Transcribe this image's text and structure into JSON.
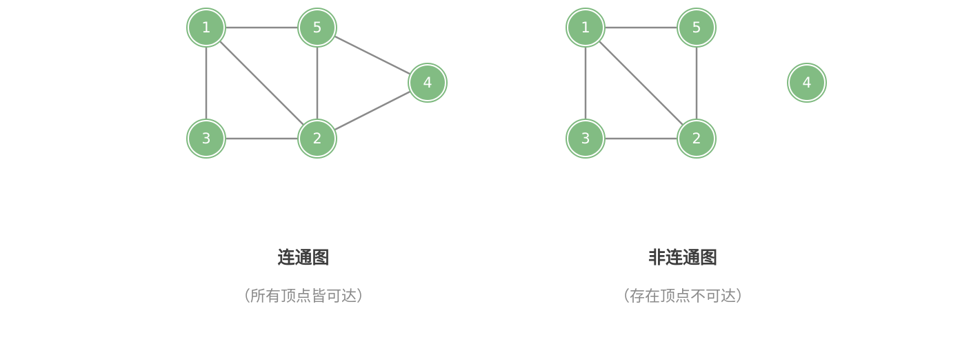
{
  "diagrams": [
    {
      "title": "连通图",
      "subtitle": "（所有顶点皆可达）",
      "nodes": [
        {
          "id": "1",
          "label": "1"
        },
        {
          "id": "5",
          "label": "5"
        },
        {
          "id": "4",
          "label": "4"
        },
        {
          "id": "3",
          "label": "3"
        },
        {
          "id": "2",
          "label": "2"
        }
      ],
      "edges": [
        [
          "1",
          "5"
        ],
        [
          "1",
          "3"
        ],
        [
          "1",
          "2"
        ],
        [
          "5",
          "2"
        ],
        [
          "5",
          "4"
        ],
        [
          "3",
          "2"
        ],
        [
          "2",
          "4"
        ]
      ]
    },
    {
      "title": "非连通图",
      "subtitle": "（存在顶点不可达）",
      "nodes": [
        {
          "id": "1",
          "label": "1"
        },
        {
          "id": "5",
          "label": "5"
        },
        {
          "id": "4",
          "label": "4"
        },
        {
          "id": "3",
          "label": "3"
        },
        {
          "id": "2",
          "label": "2"
        }
      ],
      "edges": [
        [
          "1",
          "5"
        ],
        [
          "1",
          "3"
        ],
        [
          "1",
          "2"
        ],
        [
          "5",
          "2"
        ],
        [
          "3",
          "2"
        ]
      ]
    }
  ],
  "colors": {
    "node": "#82bc83",
    "edge": "#8a8a8a",
    "title": "#3d3d3d",
    "subtitle": "#8a8a8a"
  }
}
